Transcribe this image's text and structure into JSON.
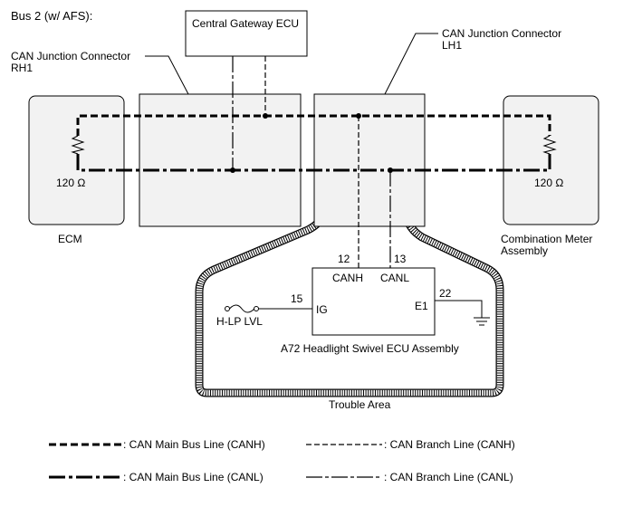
{
  "title": "Bus 2 (w/ AFS):",
  "components": {
    "central_gateway": "Central Gateway ECU",
    "jc_rh1": {
      "line1": "CAN Junction Connector",
      "line2": "RH1"
    },
    "jc_lh1": {
      "line1": "CAN Junction Connector",
      "line2": "LH1"
    },
    "ecm": "ECM",
    "combination_meter": {
      "line1": "Combination Meter",
      "line2": "Assembly"
    },
    "resistor_left": "120 Ω",
    "resistor_right": "120 Ω",
    "swivel_ecu": {
      "name": "A72  Headlight Swivel ECU Assembly",
      "canh_label": "CANH",
      "canl_label": "CANL",
      "canh_pin": "12",
      "canl_pin": "13",
      "ig_label": "IG",
      "ig_pin": "15",
      "e1_label": "E1",
      "e1_pin": "22"
    },
    "fuse": "H-LP LVL",
    "trouble_area": "Trouble Area"
  },
  "legend": [
    {
      "style": "main-h",
      "label": ": CAN Main Bus Line (CANH)"
    },
    {
      "style": "br-h",
      "label": ": CAN Branch Line (CANH)"
    },
    {
      "style": "main-l",
      "label": ": CAN Main Bus Line (CANL)"
    },
    {
      "style": "br-l",
      "label": ": CAN Branch Line (CANL)"
    }
  ]
}
